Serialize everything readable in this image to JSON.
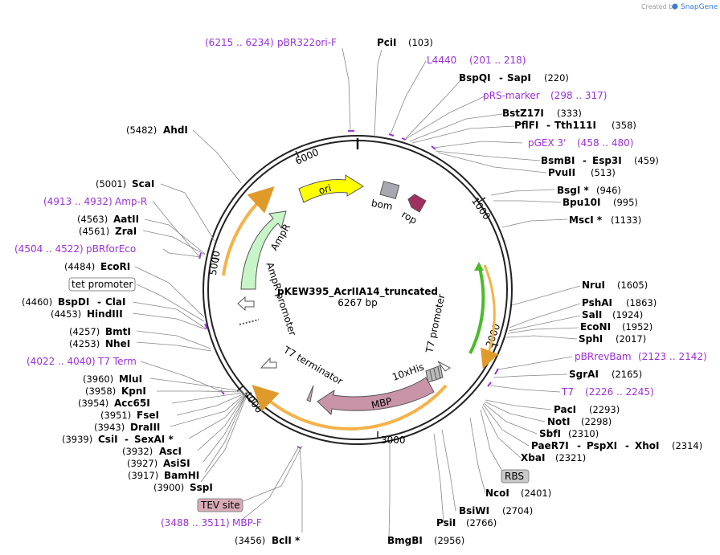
{
  "credit": {
    "prefix": "Created by",
    "logo": "SnapGene"
  },
  "plasmid": {
    "name": "pKEW395_AcrIIA14_truncated",
    "size": "6267 bp"
  },
  "ticks": [
    "1000",
    "2000",
    "3000",
    "4000",
    "5000",
    "6000"
  ],
  "enzymes": [
    {
      "name": "PciI",
      "pos": "(103)"
    },
    {
      "name": "BspQI",
      "name2": "SapI",
      "pos": "(220)"
    },
    {
      "name": "BstZ17I",
      "pos": "(333)"
    },
    {
      "name": "PflFI",
      "name2": "Tth111I",
      "pos": "(358)"
    },
    {
      "name": "BsmBI",
      "name2": "Esp3I",
      "pos": "(459)"
    },
    {
      "name": "PvuII",
      "pos": "(513)"
    },
    {
      "name": "BsgI *",
      "pos": "(946)"
    },
    {
      "name": "Bpu10I",
      "pos": "(995)"
    },
    {
      "name": "MscI *",
      "pos": "(1133)"
    },
    {
      "name": "NruI",
      "pos": "(1605)"
    },
    {
      "name": "PshAI",
      "pos": "(1863)"
    },
    {
      "name": "SalI",
      "pos": "(1924)"
    },
    {
      "name": "EcoNI",
      "pos": "(1952)"
    },
    {
      "name": "SphI",
      "pos": "(2017)"
    },
    {
      "name": "SgrAI",
      "pos": "(2165)"
    },
    {
      "name": "PacI",
      "pos": "(2293)"
    },
    {
      "name": "NotI",
      "pos": "(2298)"
    },
    {
      "name": "SbfI",
      "pos": "(2310)"
    },
    {
      "name": "PaeR7I",
      "name2": "PspXI",
      "name3": "XhoI",
      "pos": "(2314)"
    },
    {
      "name": "XbaI",
      "pos": "(2321)"
    },
    {
      "name": "NcoI",
      "pos": "(2401)"
    },
    {
      "name": "BsiWI",
      "pos": "(2704)"
    },
    {
      "name": "PsiI",
      "pos": "(2766)"
    },
    {
      "name": "BmgBI",
      "pos": "(2956)"
    },
    {
      "name": "BclI *",
      "pos": "(3456)"
    },
    {
      "name": "SspI",
      "pos": "(3900)"
    },
    {
      "name": "BamHI",
      "pos": "(3917)"
    },
    {
      "name": "AsiSI",
      "pos": "(3927)"
    },
    {
      "name": "AscI",
      "pos": "(3932)"
    },
    {
      "name": "CsiI",
      "name2": "SexAI *",
      "pos": "(3939)"
    },
    {
      "name": "DraIII",
      "pos": "(3943)"
    },
    {
      "name": "FseI",
      "pos": "(3951)"
    },
    {
      "name": "Acc65I",
      "pos": "(3954)"
    },
    {
      "name": "KpnI",
      "pos": "(3958)"
    },
    {
      "name": "MluI",
      "pos": "(3960)"
    },
    {
      "name": "NheI",
      "pos": "(4253)"
    },
    {
      "name": "BmtI",
      "pos": "(4257)"
    },
    {
      "name": "HindIII",
      "pos": "(4453)"
    },
    {
      "name": "BspDI",
      "name2": "ClaI",
      "pos": "(4460)"
    },
    {
      "name": "EcoRI",
      "pos": "(4484)"
    },
    {
      "name": "ZraI",
      "pos": "(4561)"
    },
    {
      "name": "AatII",
      "pos": "(4563)"
    },
    {
      "name": "ScaI",
      "pos": "(5001)"
    },
    {
      "name": "AhdI",
      "pos": "(5482)"
    }
  ],
  "primers": [
    {
      "name": "pBR322ori-F",
      "range": "(6215 .. 6234)"
    },
    {
      "name": "L4440",
      "range": "(201 .. 218)"
    },
    {
      "name": "pRS-marker",
      "range": "(298 .. 317)"
    },
    {
      "name": "pGEX 3'",
      "range": "(458 .. 480)"
    },
    {
      "name": "pBRrevBam",
      "range": "(2123 .. 2142)"
    },
    {
      "name": "T7",
      "range": "(2226 .. 2245)"
    },
    {
      "name": "MBP-F",
      "range": "(3488 .. 3511)"
    },
    {
      "name": "T7 Term",
      "range": "(4022 .. 4040)"
    },
    {
      "name": "pBRforEco",
      "range": "(4504 .. 4522)"
    },
    {
      "name": "Amp-R",
      "range": "(4913 .. 4932)"
    }
  ],
  "boxed_labels": {
    "tet_promoter": "tet promoter",
    "rbs": "RBS",
    "tev_site": "TEV site"
  },
  "features": {
    "ori": "ori",
    "bom": "bom",
    "rop": "rop",
    "ampr": "AmpR",
    "ampr_promoter": "AmpR promoter",
    "t7_promoter": "T7 promoter",
    "t7_terminator": "T7 terminator",
    "his": "10xHis",
    "mbp": "MBP"
  },
  "colors": {
    "primer": "#9b30d9",
    "ori": "#ffff00",
    "rop": "#a03060",
    "bom": "#a8a8b0",
    "ampr": "#c8f5c8",
    "mbp": "#c994a8",
    "orf": "#f5b24a",
    "t7_promoter": "#7fe060",
    "tev": "#d9aab8",
    "rbs": "#c8c8c8"
  }
}
